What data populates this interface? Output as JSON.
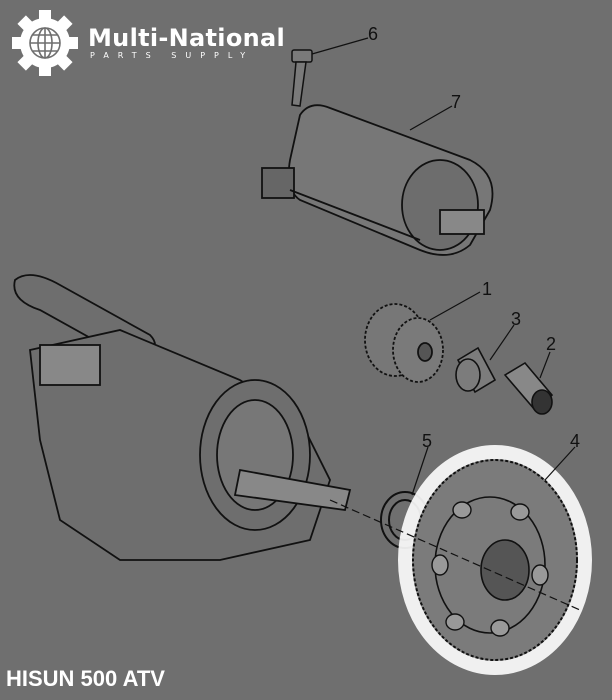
{
  "logo": {
    "name": "Multi-National",
    "tagline": "PARTS SUPPLY",
    "icon": "gear-globe-icon"
  },
  "callouts": [
    "1",
    "2",
    "3",
    "4",
    "5",
    "6",
    "7"
  ],
  "model": "HISUN 500 ATV",
  "highlight_part": "4"
}
